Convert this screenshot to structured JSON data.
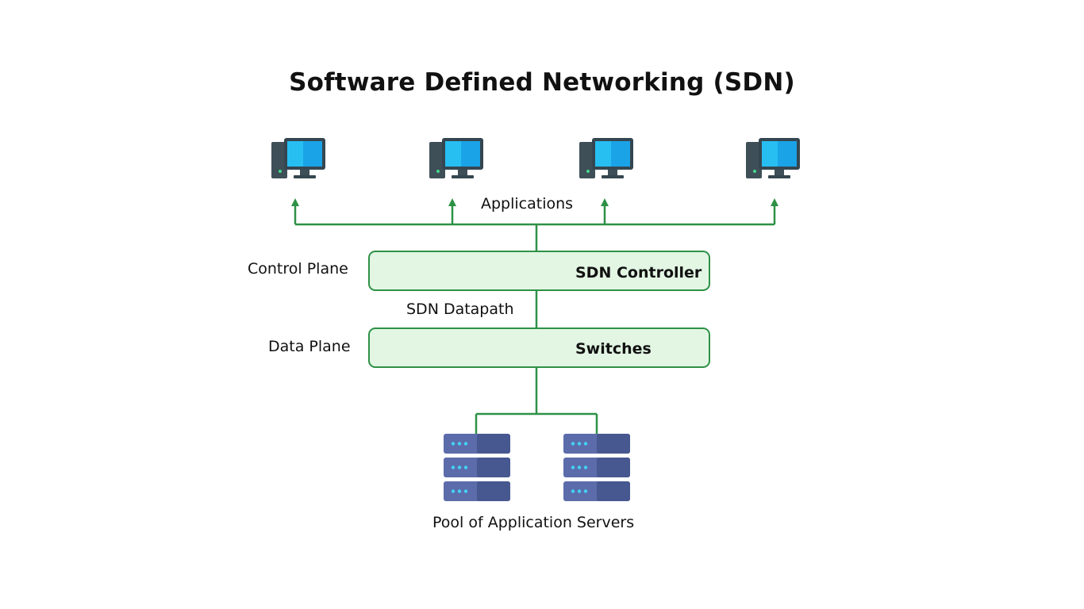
{
  "title": "Software Defined Networking (SDN)",
  "labels": {
    "applications": "Applications",
    "control_plane": "Control Plane",
    "sdn_datapath": "SDN Datapath",
    "data_plane": "Data Plane",
    "server_pool": "Pool of Application Servers"
  },
  "boxes": {
    "controller": "SDN Controller",
    "switches": "Switches"
  },
  "icons": {
    "application_computer": "desktop-computer-icon",
    "application_server": "server-rack-icon"
  },
  "colors": {
    "connector": "#2e9146",
    "box_fill": "#e2f6e3",
    "monitor_screen": "#1ba3e8",
    "monitor_frame": "#354650",
    "server_body": "#4b5b92",
    "server_light": "#43d2f2"
  }
}
